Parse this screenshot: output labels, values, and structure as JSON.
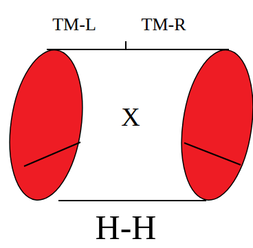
{
  "diagram": {
    "nodes": [
      {
        "text": [
          "X"
        ]
      }
    ],
    "labels": [
      "TM-L",
      "TM-R",
      "H-H"
    ]
  }
}
